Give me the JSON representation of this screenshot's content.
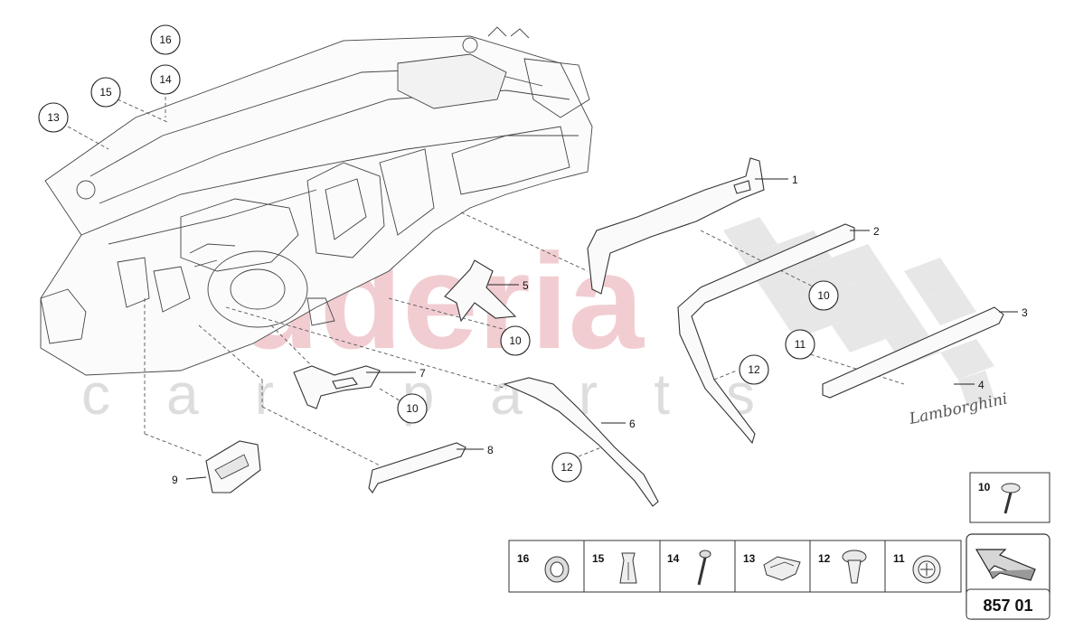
{
  "watermark": {
    "line1": "scuderia",
    "line2": "car parts"
  },
  "callouts": [
    "1",
    "2",
    "3",
    "4",
    "5",
    "6",
    "7",
    "8",
    "9",
    "10",
    "10",
    "10",
    "11",
    "12",
    "12",
    "13",
    "14",
    "15",
    "16"
  ],
  "legend_fasteners": [
    {
      "num": "16"
    },
    {
      "num": "15"
    },
    {
      "num": "14"
    },
    {
      "num": "13"
    },
    {
      "num": "12"
    },
    {
      "num": "11"
    }
  ],
  "detail_box": {
    "num": "10"
  },
  "page_ref": "857 01",
  "badge_text": "Lamborghini"
}
